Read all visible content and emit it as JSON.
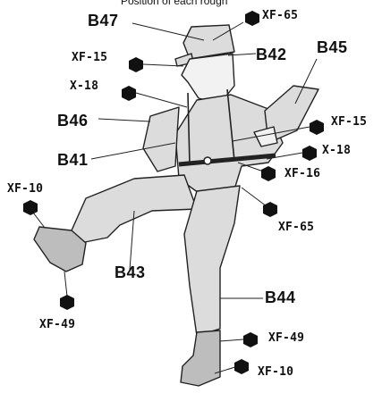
{
  "header_caption": "Position of each rough",
  "part_labels": {
    "b47": "B47",
    "b42": "B42",
    "b45": "B45",
    "b46": "B46",
    "b41": "B41",
    "b43": "B43",
    "b44": "B44"
  },
  "paint_labels": {
    "xf65_top": "XF-65",
    "xf15_left": "XF-15",
    "x18_left": "X-18",
    "xf15_right": "XF-15",
    "x18_right": "X-18",
    "xf16": "XF-16",
    "xf65_mid": "XF-65",
    "xf10_left": "XF-10",
    "xf49_left": "XF-49",
    "xf49_right": "XF-49",
    "xf10_right": "XF-10"
  },
  "colors": {
    "ink": "#111111",
    "uniform_fill": "#dcdcdc",
    "line": "#222222"
  }
}
